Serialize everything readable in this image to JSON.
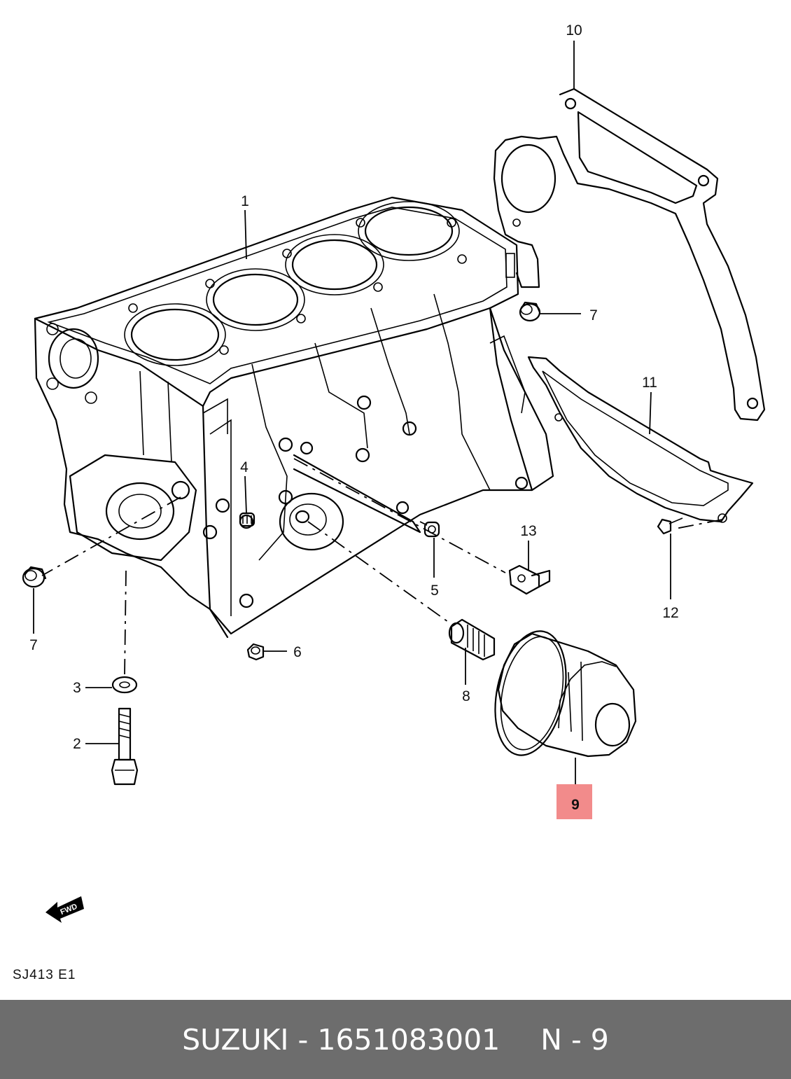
{
  "callouts": {
    "c1": "1",
    "c2": "2",
    "c3": "3",
    "c4": "4",
    "c5": "5",
    "c6": "6",
    "c7a": "7",
    "c7b": "7",
    "c8": "8",
    "c9": "9",
    "c10": "10",
    "c11": "11",
    "c12": "12",
    "c13": "13"
  },
  "highlight_color": "#f28b8b",
  "direction_badge": "FWD",
  "diagram_code": "SJ413 E1",
  "footer": {
    "brand": "SUZUKI",
    "separator": " - ",
    "part_number": "1651083001",
    "ref_label": "N - 9"
  }
}
